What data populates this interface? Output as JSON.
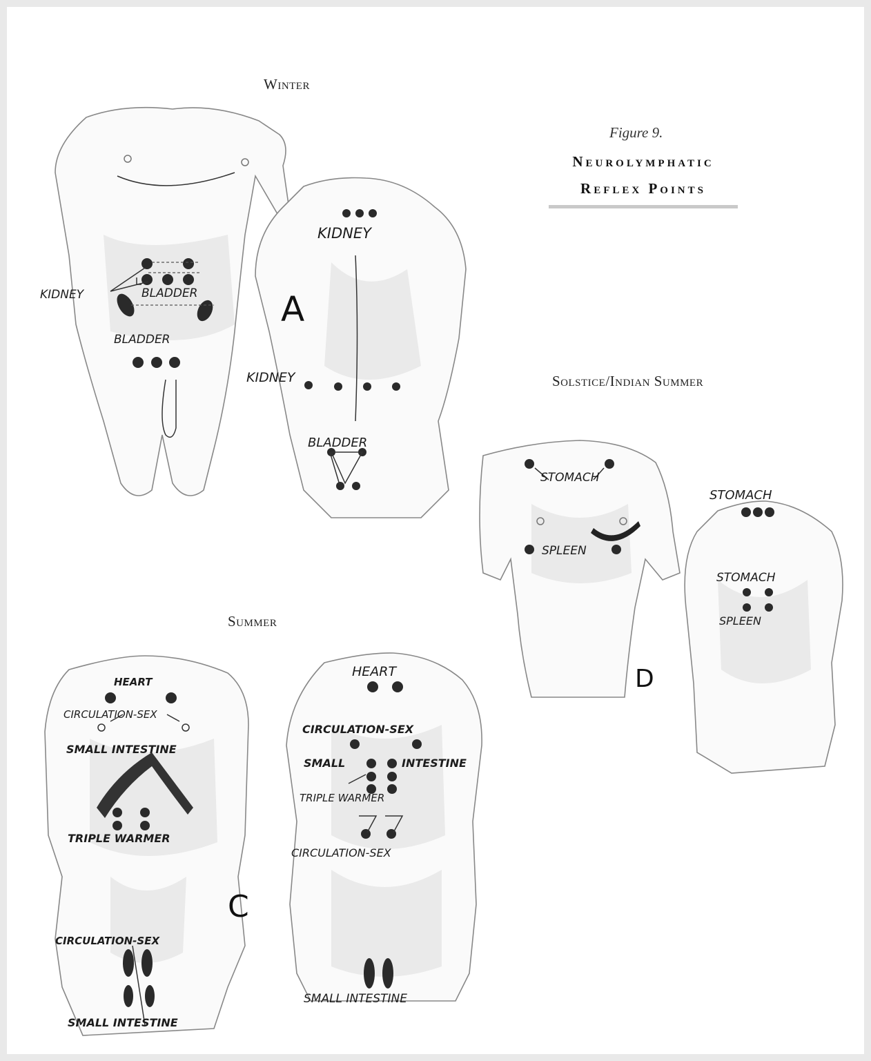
{
  "figure": {
    "label": "Figure 9.",
    "title_line1": "Neurolymphatic",
    "title_line2": "Reflex Points"
  },
  "sections": {
    "winter": "Winter",
    "solstice": "Solstice/Indian Summer",
    "summer": "Summer"
  },
  "letters": {
    "a": "A",
    "c": "C",
    "d": "D"
  },
  "winter": {
    "front": {
      "kidney": "KIDNEY",
      "bladder_upper": "BLADDER",
      "bladder_lower": "BLADDER"
    },
    "back": {
      "kidney_upper": "KIDNEY",
      "kidney_lower": "KIDNEY",
      "bladder": "BLADDER"
    }
  },
  "solstice": {
    "front": {
      "stomach": "STOMACH",
      "spleen": "SPLEEN"
    },
    "back": {
      "stomach_upper": "STOMACH",
      "stomach_lower": "STOMACH",
      "spleen": "SPLEEN"
    }
  },
  "summer": {
    "front": {
      "heart": "HEART",
      "circulation_sex_upper": "CIRCULATION-SEX",
      "small_intestine_upper": "SMALL INTESTINE",
      "triple_warmer": "TRIPLE WARMER",
      "circulation_sex_lower": "CIRCULATION-SEX",
      "small_intestine_lower": "SMALL INTESTINE"
    },
    "back": {
      "heart": "HEART",
      "circulation_sex_upper": "CIRCULATION-SEX",
      "small": "SMALL",
      "intestine": "INTESTINE",
      "triple_warmer": "TRIPLE WARMER",
      "circulation_sex_lower": "CIRCULATION-SEX",
      "small_intestine": "SMALL INTESTINE"
    }
  }
}
